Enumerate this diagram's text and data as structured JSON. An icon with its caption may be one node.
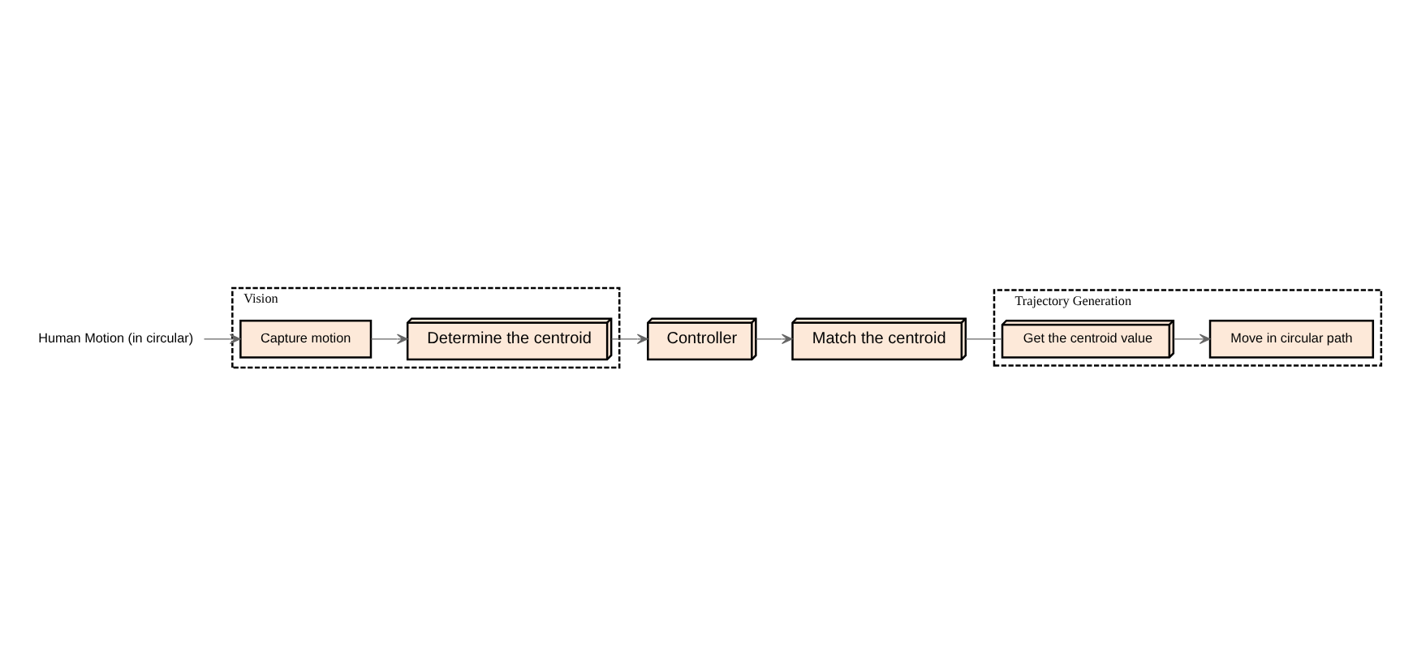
{
  "diagram": {
    "nodes": [
      {
        "text": [
          "Human Motion (in circular)"
        ]
      },
      {
        "text": [
          "Vision"
        ]
      },
      {
        "text": [
          "Capture motion"
        ],
        "in": 1
      },
      {
        "text": [
          "Determine the centroid"
        ],
        "in": 1
      },
      {
        "text": [
          "Controller"
        ]
      },
      {
        "text": [
          "Trajectory Generation"
        ]
      },
      {
        "text": [
          "Move in circular path"
        ],
        "in": 5
      },
      {
        "text": [
          "Get the centroid value"
        ],
        "in": 5
      },
      {
        "text": [
          "Match the centroid"
        ]
      }
    ],
    "edges": [
      {
        "from": 0,
        "to": 2,
        "arrow": "to"
      },
      {
        "from": 2,
        "to": 3,
        "arrow": "to"
      },
      {
        "from": 3,
        "to": 4,
        "arrow": "to"
      },
      {
        "from": 4,
        "to": 8,
        "arrow": "to"
      },
      {
        "from": 8,
        "to": 7,
        "arrow": "none"
      },
      {
        "from": 7,
        "to": 6,
        "arrow": "to"
      }
    ]
  }
}
